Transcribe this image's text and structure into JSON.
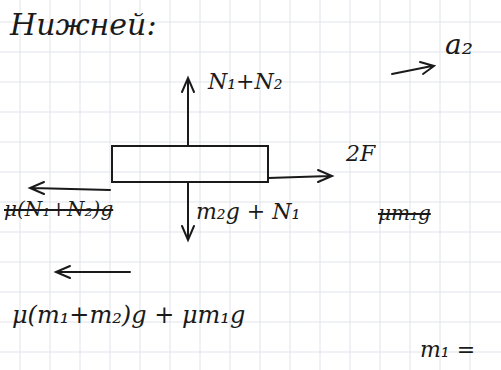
{
  "diagram": {
    "labels": [
      "Нижней:",
      "a₂",
      "N₁+N₂",
      "2F",
      "m₂g + N₁",
      "μ(N₁+N₂)g",
      "μm₁g",
      "μ(m₁+m₂)g + μm₁g",
      "m₁ ="
    ]
  }
}
